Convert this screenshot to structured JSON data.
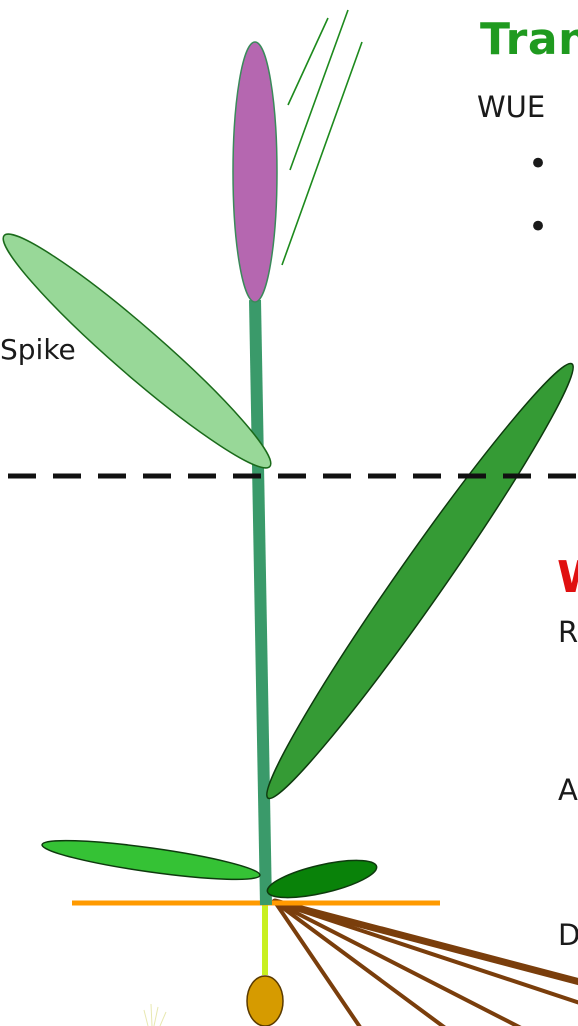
{
  "shoot_section": {
    "title": "Tran",
    "line_1": "WUE",
    "bullets": [
      "•",
      "•"
    ],
    "spike_label": "Spike"
  },
  "root_section": {
    "title": "W",
    "line_r": "R",
    "line_a": "A",
    "line_d": "D"
  },
  "colors": {
    "spike": "#b567b0",
    "stem": "#3a9a6a",
    "flag_leaf": "#98d898",
    "large_leaf": "#359b35",
    "basal_leaf_left": "#35c235",
    "basal_leaf_right": "#098209",
    "ground_line": "#ff9a00",
    "roots": "#7a3e0c",
    "seed": "#d69b00",
    "radicle": "#c8f020",
    "awns": "#1d8a1d",
    "title_green": "#1f9a1f",
    "title_red": "#e01010",
    "divider": "#111111"
  }
}
